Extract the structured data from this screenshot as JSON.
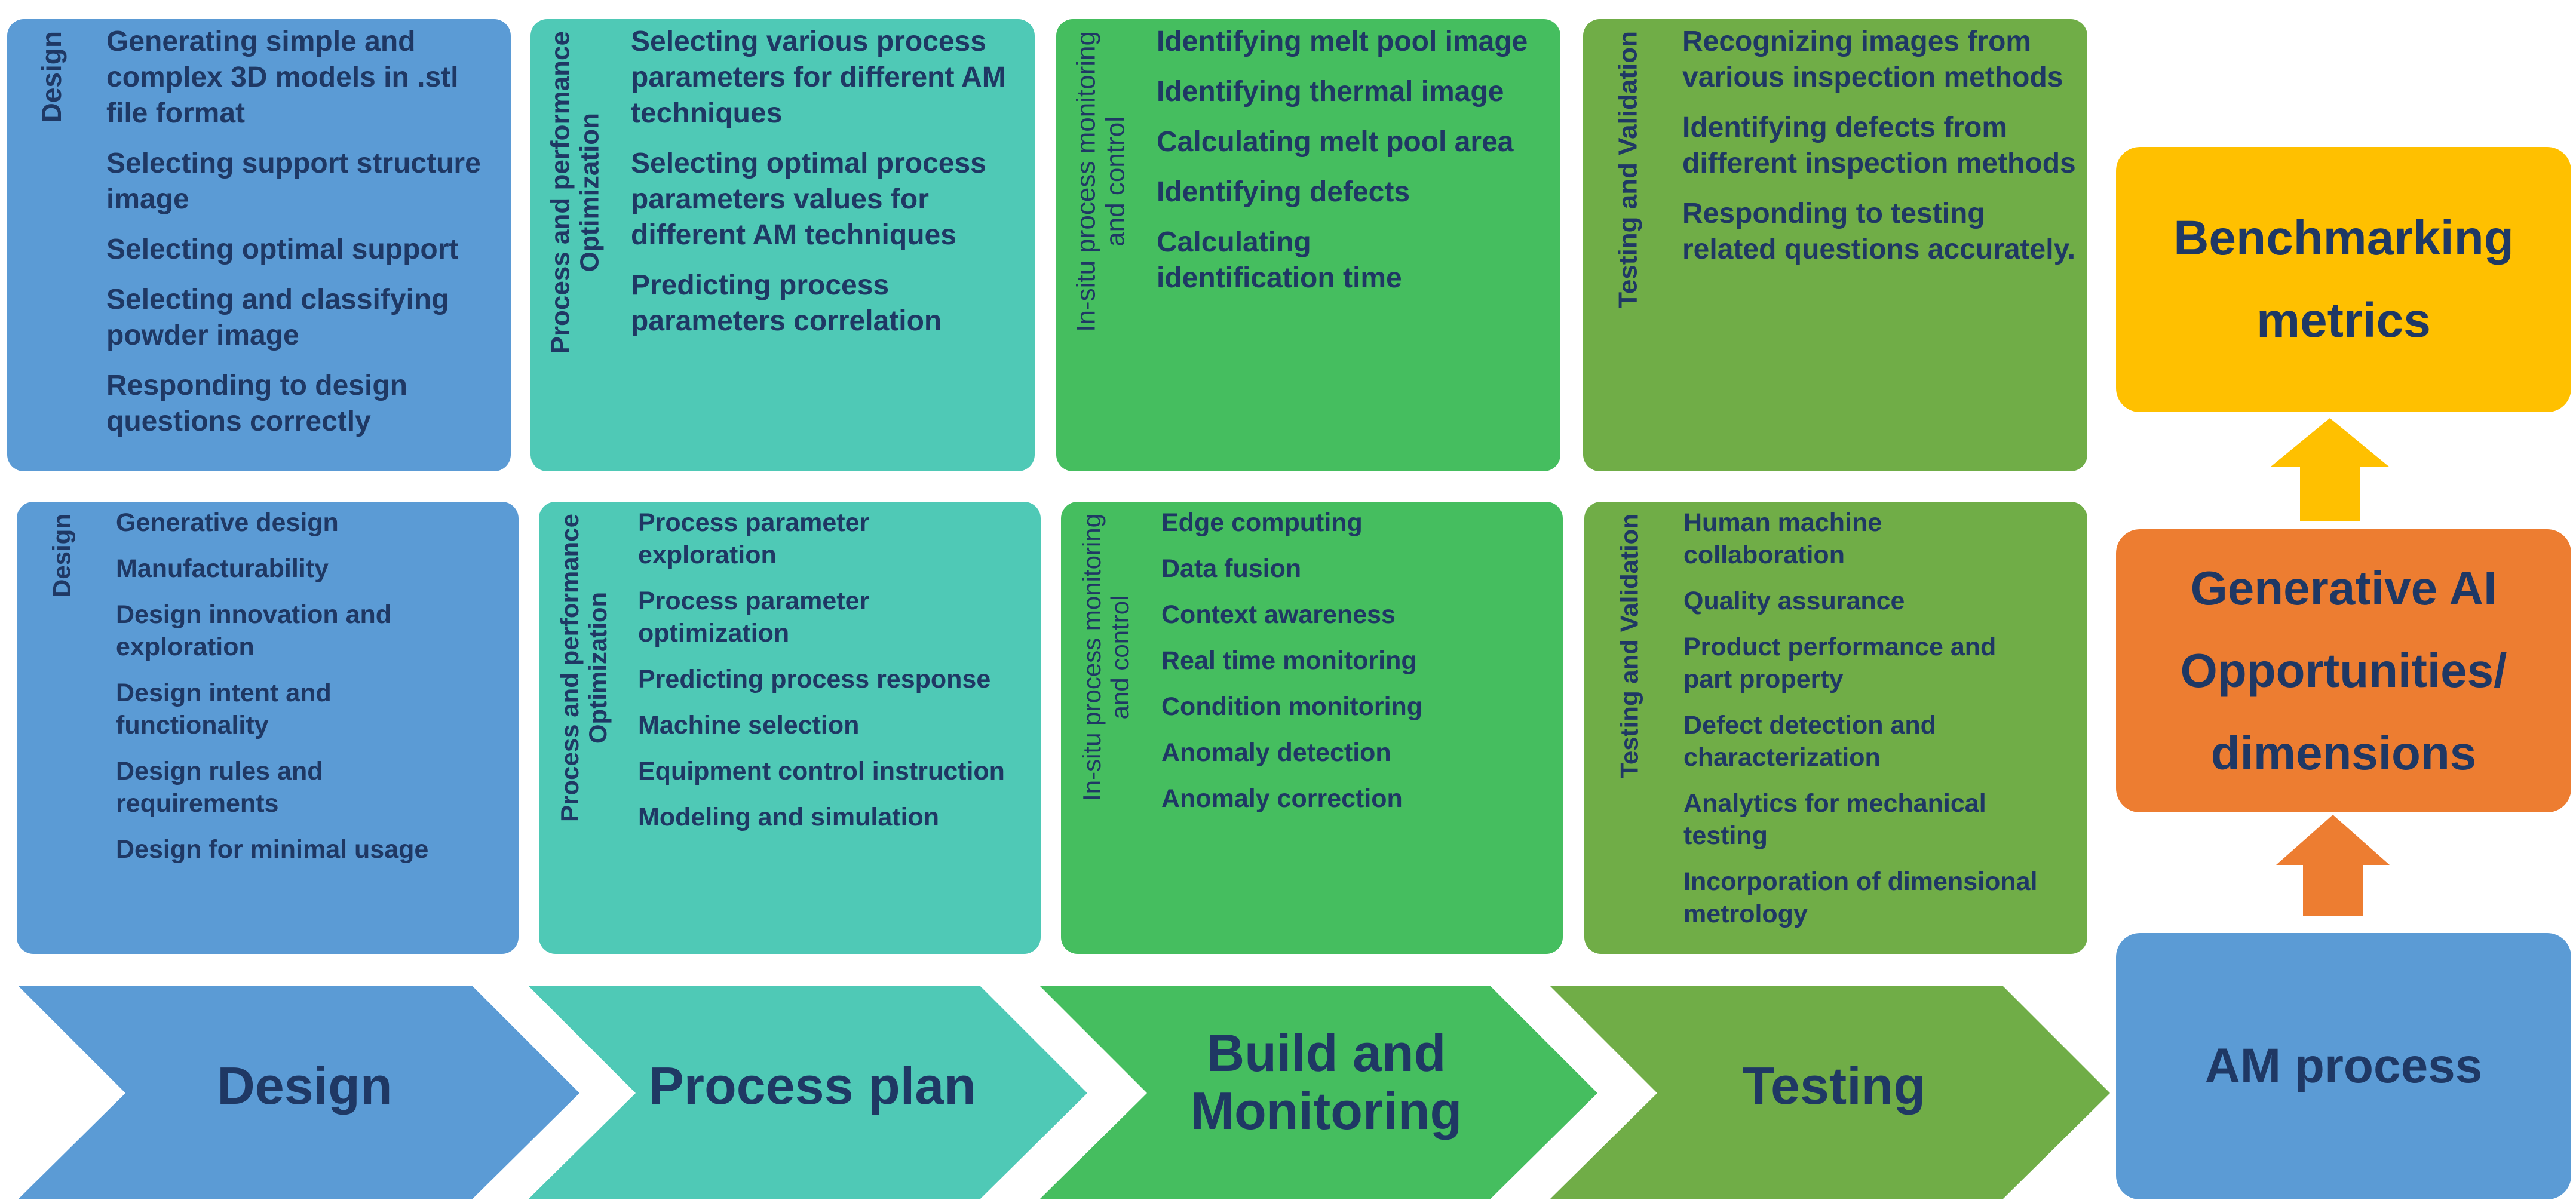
{
  "colors": {
    "blue": "#5B9BD5",
    "teal": "#4FC9B6",
    "green": "#45BE5F",
    "olive": "#70AD47",
    "orange": "#ED7D31",
    "gold": "#FFC000",
    "text": "#1F3864"
  },
  "top_row": [
    {
      "side_label": "Design",
      "items": [
        "Generating simple and complex 3D models in .stl file format",
        "Selecting support structure image",
        "Selecting optimal support",
        "Selecting and classifying powder image",
        "Responding to design questions correctly"
      ]
    },
    {
      "side_label_line1": "Process and performance",
      "side_label_line2": "Optimization",
      "items": [
        "Selecting various process parameters for different AM techniques",
        "Selecting optimal process parameters  values for different AM techniques",
        "Predicting process parameters correlation"
      ]
    },
    {
      "side_label_line1": "In-situ process monitoring",
      "side_label_line2": "and control",
      "items": [
        "Identifying melt pool image",
        "Identifying thermal image",
        "Calculating melt pool area",
        "Identifying defects",
        "Calculating identification time"
      ]
    },
    {
      "side_label": "Testing and Validation",
      "items": [
        "Recognizing images from various inspection methods",
        "Identifying defects from different inspection methods",
        "Responding to testing related questions accurately."
      ]
    }
  ],
  "bottom_row": [
    {
      "side_label": "Design",
      "items": [
        "Generative design",
        "Manufacturability",
        "Design innovation and exploration",
        "Design intent and functionality",
        "Design rules and requirements",
        "Design for minimal usage"
      ]
    },
    {
      "side_label_line1": "Process and performance",
      "side_label_line2": "Optimization",
      "items": [
        "Process parameter exploration",
        "Process parameter optimization",
        "Predicting process response",
        "Machine selection",
        "Equipment control instruction",
        "Modeling and simulation"
      ]
    },
    {
      "side_label_line1": "In-situ process monitoring",
      "side_label_line2": "and control",
      "items": [
        "Edge computing",
        "Data fusion",
        "Context awareness",
        "Real time monitoring",
        "Condition monitoring",
        "Anomaly detection",
        "Anomaly correction"
      ]
    },
    {
      "side_label": "Testing and Validation",
      "items": [
        "Human machine collaboration",
        "Quality assurance",
        "Product performance and part property",
        "Defect detection and characterization",
        "Analytics for mechanical testing",
        "Incorporation of dimensional metrology"
      ]
    }
  ],
  "process_steps": [
    {
      "line1": "Design"
    },
    {
      "line1": "Process plan"
    },
    {
      "line1": "Build and",
      "line2": "Monitoring"
    },
    {
      "line1": "Testing"
    }
  ],
  "right_column": {
    "benchmark_line1": "Benchmarking",
    "benchmark_line2": "metrics",
    "genai_line1": "Generative AI",
    "genai_line2": "Opportunities/",
    "genai_line3": "dimensions",
    "am_process": "AM process"
  }
}
